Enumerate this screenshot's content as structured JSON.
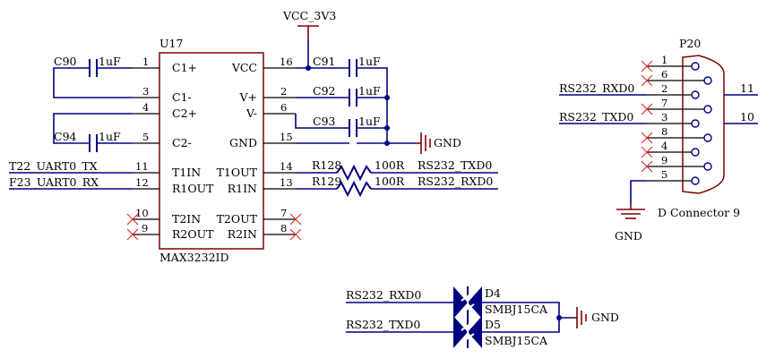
{
  "colors": {
    "wire": "#000080",
    "component": "#800000",
    "no_connect": "#e03030",
    "text": "#000000",
    "background": "#ffffff"
  },
  "labels": {
    "vcc": "VCC_3V3",
    "u17_ref": "U17",
    "u17_part": "MAX3232ID",
    "c90": "C90",
    "c91": "C91",
    "c92": "C92",
    "c93": "C93",
    "c94": "C94",
    "cap_value": "1uF",
    "r128": "R128",
    "r129": "R129",
    "res_value": "100R",
    "gnd": "GND",
    "p20_ref": "P20",
    "p20_part": "D Connector 9",
    "d4": "D4",
    "d5": "D5",
    "tvs_value": "SMBJ15CA"
  },
  "nets": {
    "uart_tx": "T22_UART0_TX",
    "uart_rx": "F23_UART0_RX",
    "rs232_txd": "RS232_TXD0",
    "rs232_rxd": "RS232_RXD0",
    "conn_11": "11",
    "conn_10": "10"
  },
  "pins": {
    "c1p": "C1+",
    "c1m": "C1-",
    "c2p": "C2+",
    "c2m": "C2-",
    "vcc": "VCC",
    "vp": "V+",
    "vm": "V-",
    "gnd": "GND",
    "t1in": "T1IN",
    "r1out": "R1OUT",
    "t2in": "T2IN",
    "r2out": "R2OUT",
    "t1out": "T1OUT",
    "r1in": "R1IN",
    "t2out": "T2OUT",
    "r2in": "R2IN"
  },
  "pin_numbers": {
    "n1": "1",
    "n2": "2",
    "n3": "3",
    "n4": "4",
    "n5": "5",
    "n6": "6",
    "n7": "7",
    "n8": "8",
    "n9": "9",
    "n10": "10",
    "n11": "11",
    "n12": "12",
    "n13": "13",
    "n14": "14",
    "n15": "15",
    "n16": "16"
  }
}
